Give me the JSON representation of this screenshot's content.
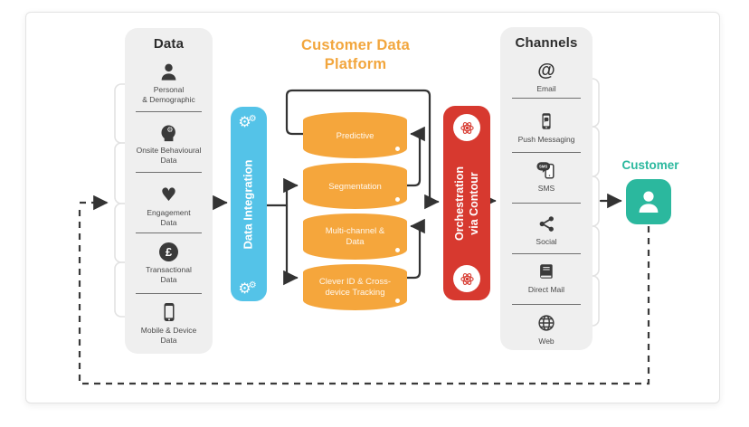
{
  "cdp_title": "Customer Data\nPlatform",
  "data_panel": {
    "title": "Data",
    "items": [
      {
        "icon": "person-icon",
        "label": "Personal\n& Demographic"
      },
      {
        "icon": "behavioural-head-icon",
        "label": "Onsite Behavioural\nData"
      },
      {
        "icon": "heart-icon",
        "label": "Engagement\nData"
      },
      {
        "icon": "pound-icon",
        "label": "Transactional\nData"
      },
      {
        "icon": "mobile-icon",
        "label": "Mobile & Device\nData"
      }
    ]
  },
  "integration_bar": {
    "label": "Data Integration"
  },
  "platform": {
    "layers": [
      "Predictive",
      "Segmentation",
      "Multi-channel &\nData",
      "Clever ID & Cross-\ndevice Tracking"
    ]
  },
  "orchestration_bar": {
    "label": "Orchestration\nvia Contour"
  },
  "channels_panel": {
    "title": "Channels",
    "items": [
      {
        "icon": "email-at-icon",
        "label": "Email"
      },
      {
        "icon": "push-messaging-icon",
        "label": "Push Messaging"
      },
      {
        "icon": "sms-icon",
        "label": "SMS"
      },
      {
        "icon": "share-icon",
        "label": "Social"
      },
      {
        "icon": "direct-mail-icon",
        "label": "Direct Mail"
      },
      {
        "icon": "globe-icon",
        "label": "Web"
      }
    ]
  },
  "customer": {
    "label": "Customer"
  },
  "icons": {
    "pound": "£",
    "email_at": "@",
    "heart": "♥",
    "gear_large": "⚙",
    "gear_small": "⚙",
    "sms_text": "SMS"
  },
  "colors": {
    "orange": "#F5A63C",
    "blue": "#54C3E8",
    "red": "#D7392F",
    "teal": "#2BB89E",
    "panel_bg": "#EFEFEF",
    "ink": "#3A3A3A",
    "line": "#333333"
  }
}
